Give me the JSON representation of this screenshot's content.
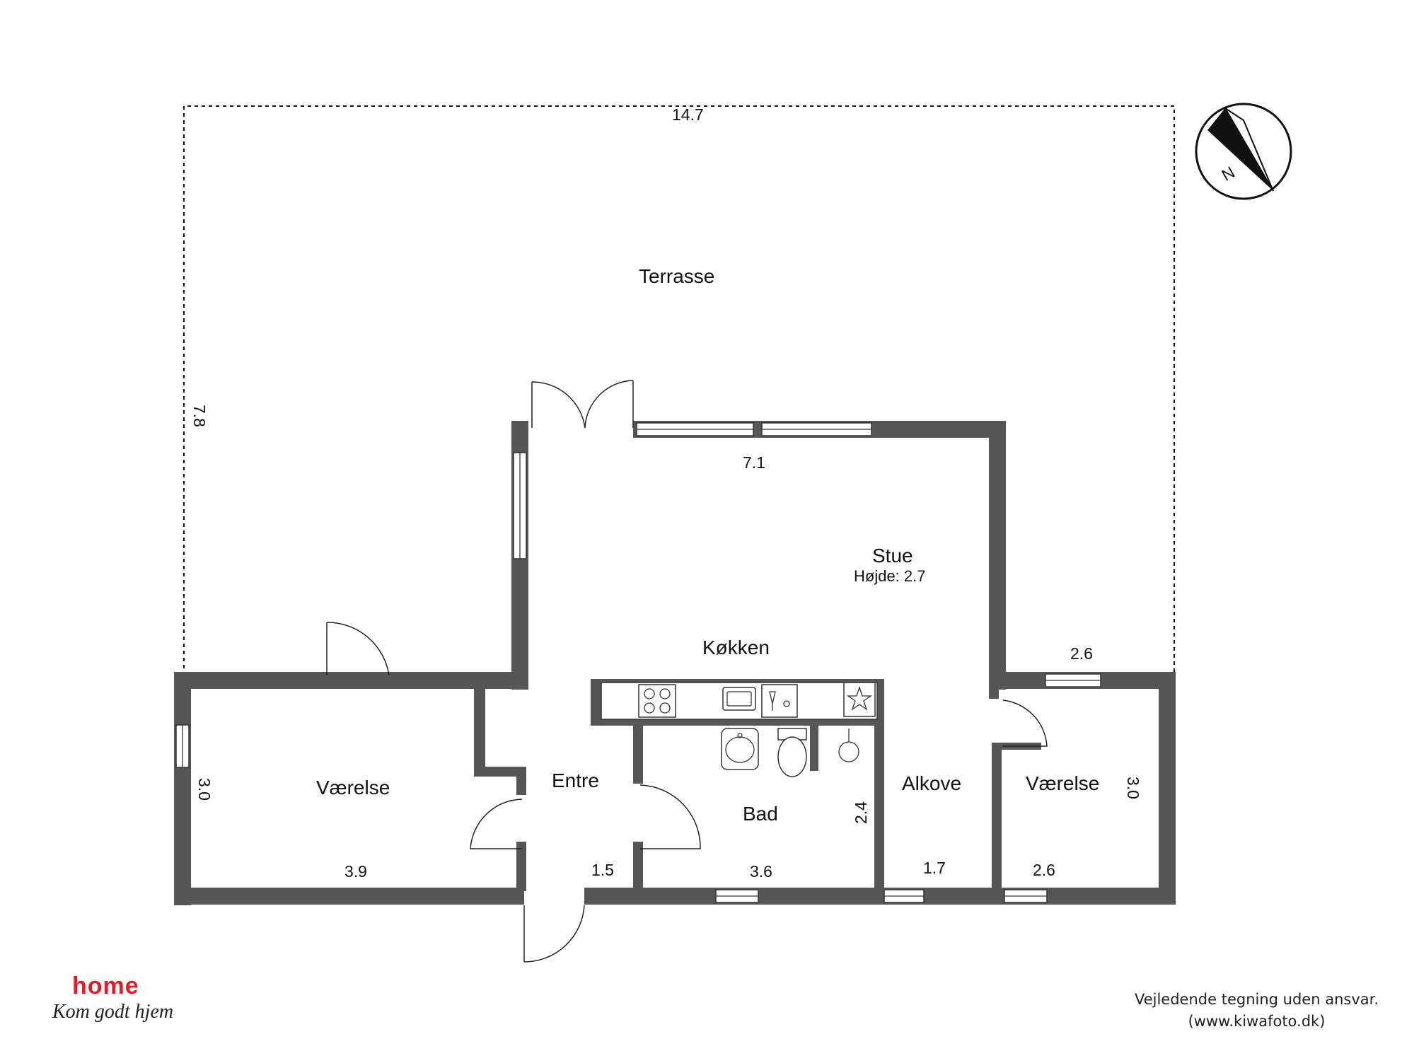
{
  "rooms": {
    "terrasse": "Terrasse",
    "stue": "Stue",
    "stue_height": "Højde: 2.7",
    "kokken": "Køkken",
    "entre": "Entre",
    "vaerelse_left": "Værelse",
    "vaerelse_right": "Værelse",
    "bad": "Bad",
    "alkove": "Alkove"
  },
  "dimensions": {
    "terrace_width": "14.7",
    "terrace_depth": "7.8",
    "stue_width": "7.1",
    "alkove_top": "2.6",
    "vaerelse_left_depth": "3.0",
    "vaerelse_left_width": "3.9",
    "entre_width": "1.5",
    "bad_width": "3.6",
    "bad_depth": "2.4",
    "alkove_width": "1.7",
    "vaerelse_right_width": "2.6",
    "vaerelse_right_depth": "3.0"
  },
  "compass": {
    "label": "N",
    "icon": "north-arrow-icon"
  },
  "brand": {
    "word": "home",
    "tagline": "Kom godt hjem",
    "color": "#e11d2a"
  },
  "disclaimer": {
    "line1": "Vejledende tegning uden ansvar.",
    "line2": "(www.kiwafoto.dk)"
  }
}
